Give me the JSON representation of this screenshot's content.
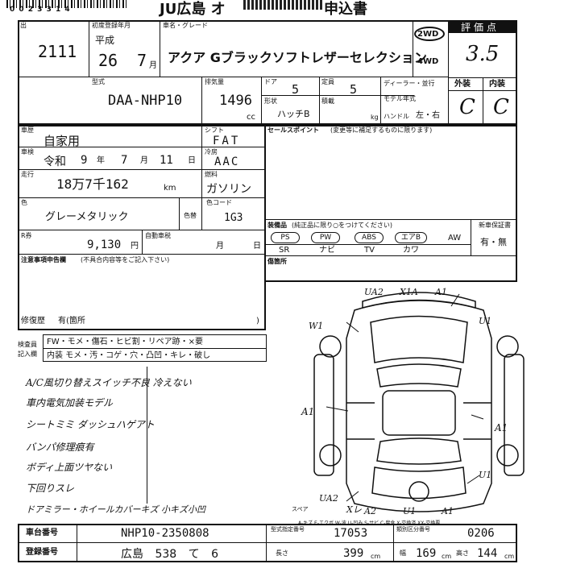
{
  "header": {
    "barcode_text": "0 0 2 3 3 1 4",
    "title_prefix": "JU広島 オ",
    "title_suffix": "申込書"
  },
  "lot": {
    "label": "出",
    "number": "2111"
  },
  "registration": {
    "label": "初度登録年月",
    "era": "平成",
    "year": "26",
    "month": "7",
    "month_unit": "月"
  },
  "model_name": {
    "label": "車名・グレード",
    "value": "アクア Gブラックソフトレザーセレクション"
  },
  "drive": {
    "two_wd": "2WD",
    "four_wd": "4WD"
  },
  "score": {
    "label": "評価点",
    "value": "3.5",
    "exterior_label": "外装",
    "interior_label": "内装",
    "exterior": "C",
    "interior": "C"
  },
  "type_code": {
    "label": "型式",
    "value": "DAA-NHP10"
  },
  "displacement": {
    "label": "排気量",
    "value": "1496",
    "unit": "cc"
  },
  "doors": {
    "label": "ドア",
    "value": "5",
    "shape_label": "形状",
    "shape": "ハッチB"
  },
  "capacity": {
    "label": "定員",
    "value": "5",
    "load_label": "積載",
    "load_unit": "kg"
  },
  "dealer": {
    "label": "ディーラー・並行",
    "model_year_label": "モデル年式",
    "handle_label": "ハンドル",
    "handle_value": "左・右"
  },
  "usage": {
    "label": "車歴",
    "value": "自家用"
  },
  "shift": {
    "label": "シフト",
    "value": "FAT"
  },
  "inspection": {
    "label": "車検",
    "era": "令和",
    "year": "9",
    "year_unit": "年",
    "month": "7",
    "month_unit": "月",
    "day": "11",
    "day_unit": "日"
  },
  "aircon": {
    "label": "冷房",
    "value": "AAC"
  },
  "mileage": {
    "label": "走行",
    "value": "18万7千162",
    "unit": "km"
  },
  "fuel": {
    "label": "燃料",
    "value": "ガソリン"
  },
  "color": {
    "label": "色",
    "value": "グレーメタリック",
    "no_label": "色替",
    "code_label": "色コード",
    "code": "1G3"
  },
  "recycle": {
    "label": "R券",
    "value": "9,130",
    "unit": "円",
    "jidosha_label": "自動車税",
    "month_unit": "月",
    "day_unit": "日"
  },
  "notes": {
    "label": "注意事項申告欄",
    "sub": "(不具合内容等をご記入下さい)",
    "repair_label": "修復歴",
    "repair_value": "有(箇所",
    "repair_close": ")"
  },
  "sales_point": {
    "label": "セールスポイント",
    "sub": "(変更等に補足するものに限ります)"
  },
  "equipment": {
    "label": "装備品",
    "sub": "(純正品に限り○をつけてください)",
    "items": [
      "PS",
      "PW",
      "ABS",
      "エアB",
      "AW"
    ],
    "items2": [
      "SR",
      "ナビ",
      "TV",
      "カワ"
    ]
  },
  "new_car_warranty": {
    "label": "新車保証書",
    "value": "有・無"
  },
  "damage_label": "傷箇所",
  "inspector": {
    "label1": "検査員",
    "label2": "記入欄",
    "line1": "FW・モメ・傷石・ヒビ割・リペア跡・×要",
    "line2": "内装 モメ・汚・コゲ・穴・凸凹・キレ・破し"
  },
  "handwritten": [
    "A/C風切り替えスイッチ不良 冷えない",
    "車内電気加装モデル",
    "シートミミ ダッシュハゲアト",
    "バンパ修理痕有",
    "ボディ上面ツヤない",
    "下回りスレ",
    "ドアミラー・ホイールカバーキズ 小キズ小凹"
  ],
  "diagram_marks": {
    "ua2_front": "UA2",
    "x1_front": "X1A",
    "a1_front": "A1",
    "w1": "W1",
    "u1_right": "U1",
    "a1_left": "A1",
    "a1_right": "A1",
    "u1_rear_r": "U1",
    "ua2_rear": "UA2",
    "xu": "Xレ",
    "a2": "A2",
    "u1_rear": "U1",
    "a1_rear": "A1",
    "spare": "スペア"
  },
  "legend": "A-キズ E-エクボ W-波 U-凹み S-サビ C-腐食 X-交換済 XX-交換要",
  "chassis": {
    "label": "車台番号",
    "value": "NHP10-2350808"
  },
  "reg_number": {
    "label": "登録番号",
    "value": "広島 538 て 6"
  },
  "bottom_right": {
    "num1_label": "型式指定番号",
    "num1": "17053",
    "num2_label": "類別区分番号",
    "num2": "0206",
    "len_label": "長さ",
    "len": "399",
    "width_label": "幅",
    "width": "169",
    "height_label": "高さ",
    "height": "144",
    "unit": "cm"
  }
}
